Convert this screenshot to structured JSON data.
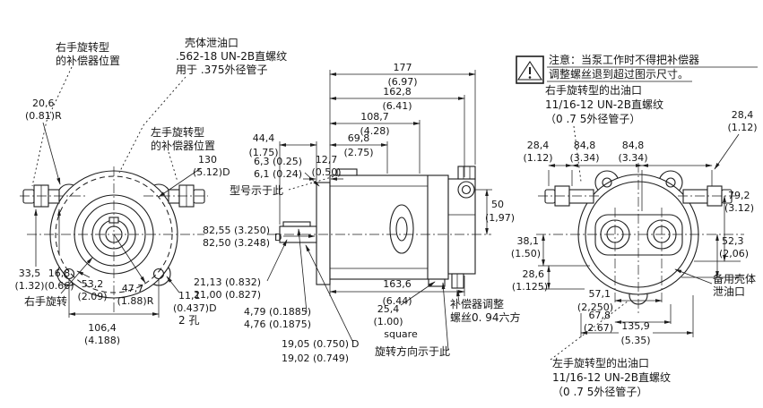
{
  "colors": {
    "line": "#1d1d1d",
    "background": "#ffffff"
  },
  "warning": {
    "line1": "注意：当泵工作时不得把补偿器",
    "line2": "调整螺丝退到超过图示尺寸。"
  },
  "callouts": {
    "rh_comp_pos_1": "右手旋转型",
    "rh_comp_pos_2": "的补偿器位置",
    "case_drain_1": "壳体泄油口",
    "case_drain_2": ".562-18 UN-2B直螺纹",
    "case_drain_3": "用于 .375外径管子",
    "lh_comp_pos_1": "左手旋转型",
    "lh_comp_pos_2": "的补偿器位置",
    "rh_rotation": "右手旋转",
    "two_holes": "2 孔",
    "model_here": "型号示于此",
    "comp_adjust_1": "补偿器调整",
    "comp_adjust_2": "螺丝0. 94六方",
    "rotation_dir": "旋转方向示于此",
    "square": "square",
    "rh_outlet_1": "右手旋转型的出油口",
    "rh_outlet_2": "11/16-12 UN-2B直螺纹",
    "rh_outlet_3": "（0 .7 5外径管子）",
    "lh_outlet_1": "左手旋转型的出油口",
    "lh_outlet_2": "11/16-12 UN-2B直螺纹",
    "lh_outlet_3": "（0 .7 5外径管子）",
    "spare_drain_1": "备用壳体",
    "spare_drain_2": "泄油口"
  },
  "dims": {
    "pilot_r_m": "20,6",
    "pilot_r_i": "(0.81)R",
    "flange_d_m": "130",
    "flange_d_i": "(5.12)D",
    "h335_m": "33,5",
    "h335_i": "(1.32)",
    "h168_m": "16,8",
    "h168_i": "(0.66)",
    "h532_m": "53,2",
    "h532_i": "(2.09)",
    "r477_m": "47,7",
    "r477_i": "(1.88)R",
    "hole_d_m": "11,1",
    "hole_d_i": "(0.437)D",
    "w1064_m": "106,4",
    "w1064_i": "(4.188)",
    "w177_m": "177",
    "w177_i": "(6.97)",
    "w1628_m": "162,8",
    "w1628_i": "(6.41)",
    "w1087_m": "108,7",
    "w1087_i": "(4.28)",
    "w698_m": "69,8",
    "w698_i": "(2.75)",
    "w444_m": "44,4",
    "w444_i": "(1.75)",
    "t63": "6,3 (0.25)",
    "t61": "6,1 (0.24)",
    "w127_m": "12,7",
    "w127_i": "(0.50)",
    "h50_m": "50",
    "h50_i": "(1,97)",
    "pilot1": "82,55 (3.250)",
    "pilot2": "82,50 (3.248)",
    "pilot_d": "D",
    "key1": "21,13 (0.832)",
    "key2": "21,00 (0.827)",
    "w1636_m": "163,6",
    "w1636_i": "(6.44)",
    "keyw1": "4,79 (0.1885)",
    "keyw2": "4,76 (0.1875)",
    "sq_m": "25,4",
    "sq_i": "(1.00)",
    "shaft1": "19,05 (0.750)",
    "shaft_d": "D",
    "shaft2": "19,02 (0.749)",
    "w284a_m": "28,4",
    "w284a_i": "(1.12)",
    "w284b_m": "28,4",
    "w284b_i": "(1.12)",
    "w848a_m": "84,8",
    "w848a_i": "(3.34)",
    "w848b_m": "84,8",
    "w848b_i": "(3.34)",
    "h792_m": "79,2",
    "h792_i": "(3.12)",
    "h381_m": "38,1",
    "h381_i": "(1.50)",
    "h523_m": "52,3",
    "h523_i": "(2,06)",
    "h286_m": "28,6",
    "h286_i": "(1.125)",
    "w571_m": "57,1",
    "w571_i": "(2,250)",
    "w678_m": "67,8",
    "w678_i": "(2.67)",
    "w1359_m": "135,9",
    "w1359_i": "(5.35)"
  }
}
